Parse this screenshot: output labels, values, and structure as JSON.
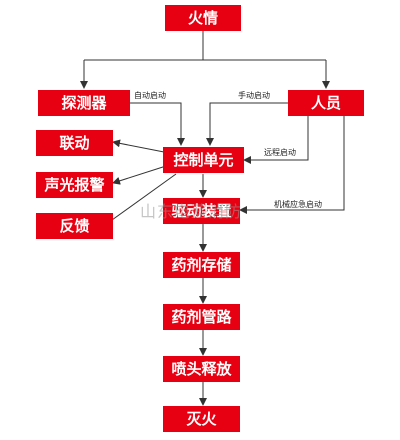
{
  "nodes": {
    "fire": "火情",
    "detector": "探测器",
    "personnel": "人员",
    "linkage": "联动",
    "alarm": "声光报警",
    "feedback": "反馈",
    "control": "控制单元",
    "drive": "驱动装置",
    "storage": "药剂存储",
    "pipeline": "药剂管路",
    "nozzle": "喷头释放",
    "extinguish": "灭火"
  },
  "edge_labels": {
    "auto_start": "自动启动",
    "manual_start": "手动启动",
    "remote_start": "远程启动",
    "mechanical_emergency_start": "机械应急启动"
  },
  "watermark": "山东电蓝消防",
  "colors": {
    "box": "#e60012",
    "box_text": "#ffffff",
    "line": "#333333"
  }
}
